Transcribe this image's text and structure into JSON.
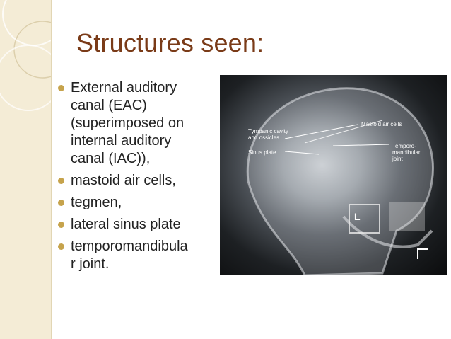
{
  "slide": {
    "title": "Structures seen:",
    "bullets": [
      "External auditory\ncanal (EAC)\n(superimposed on\ninternal auditory\ncanal (IAC)),",
      "mastoid air cells,",
      "tegmen,",
      "lateral sinus plate",
      "temporomandibula\nr joint."
    ],
    "accent_color": "#7a3b18",
    "bullet_color": "#c6a34c"
  },
  "xray_labels": {
    "tympanic": "Tympanic cavity\nand ossicles",
    "sinus": "Sinus plate",
    "mastoid": "Mastoid air cells",
    "tmj": "Temporo-\nmandibular\njoint",
    "side_marker": "L"
  }
}
